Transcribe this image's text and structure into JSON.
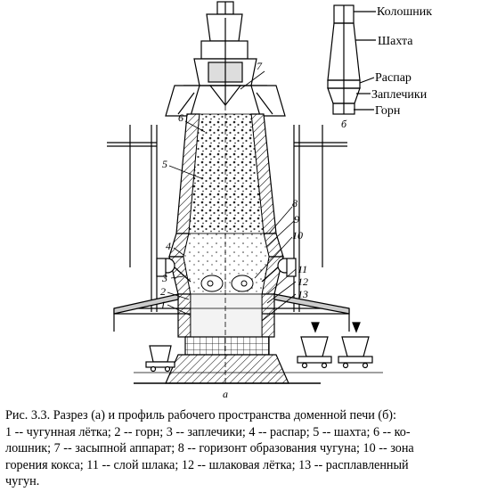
{
  "figure": {
    "profile_labels": {
      "koloshnik": "Колошник",
      "shakhta": "Шахта",
      "raspar": "Распар",
      "zaplechiki": "Заплечики",
      "gorn": "Горн"
    },
    "profile_letter": "б",
    "section_letter": "а",
    "part_numbers": [
      "1",
      "2",
      "3",
      "4",
      "5",
      "6",
      "7",
      "8",
      "9",
      "10",
      "11",
      "12",
      "13"
    ]
  },
  "caption": {
    "lines": [
      "Рис. 3.3. Разрез (а) и профиль рабочего пространства доменной печи (б):",
      "1 -- чугунная лётка;  2 -- горн; 3 -- заплечики;  4 -- распар; 5 -- шахта; 6 -- ко-",
      "лошник; 7 -- засыпной аппарат; 8 -- горизонт образования чугуна; 10 -- зона",
      "горения кокса;  11 -- слой шлака; 12 -- шлаковая лётка;  13 -- расплавленный",
      "чугун."
    ]
  }
}
